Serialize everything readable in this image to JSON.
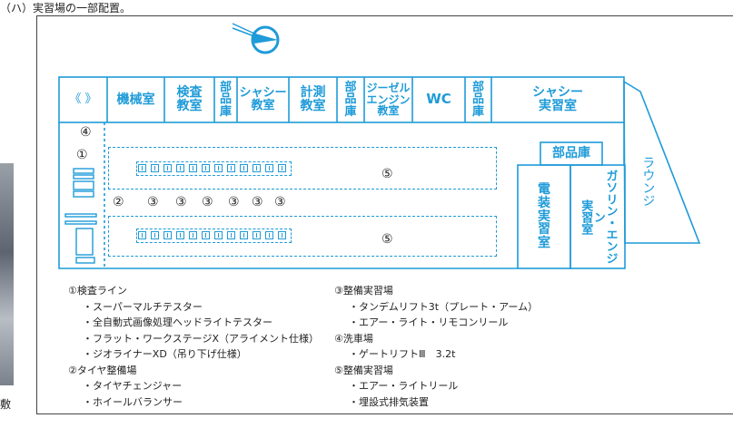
{
  "caption_cut": "（ハ）実習場の一部配置。",
  "left_cut_char": "敷",
  "colors": {
    "accent": "#1f9bd8",
    "text": "#222222",
    "frame": "#444444"
  },
  "icons": [
    "compass-icon"
  ],
  "rooms": {
    "stairs": "《 》",
    "kikai": "機械室",
    "kensa": "検査\n教室",
    "buhin1": "部\n品\n庫",
    "chassis_kyoshitsu": "シャシー\n教室",
    "keisoku": "計測\n教室",
    "buhin2": "部\n品\n庫",
    "diesel": "ジーゼル\nエンジン\n教室",
    "wc": "WC",
    "buhin3": "部\n品\n庫",
    "chassis_jisshu": "シャシー\n実習室",
    "buhin_side": "部品庫",
    "denso": "電\n装\n実\n習\n室",
    "gasoline": "ガソリン・エンジン\n実習室",
    "lounge": "ラウンジ"
  },
  "area_labels": {
    "a4": "④",
    "a1": "①",
    "a2": "②",
    "a3": [
      "③",
      "③",
      "③",
      "③",
      "③",
      "③"
    ],
    "a5_top": "⑤",
    "a5_bottom": "⑤"
  },
  "legend_left": [
    {
      "text": "①検査ライン",
      "sub": false
    },
    {
      "text": "・スーパーマルチテスター",
      "sub": true
    },
    {
      "text": "・全自動式画像処理ヘッドライトテスター",
      "sub": true
    },
    {
      "text": "・フラット・ワークステージX（アライメント仕様）",
      "sub": true
    },
    {
      "text": "・ジオライナーXD（吊り下げ仕様）",
      "sub": true
    },
    {
      "text": "②タイヤ整備場",
      "sub": false
    },
    {
      "text": "・タイヤチェンジャー",
      "sub": true
    },
    {
      "text": "・ホイールバランサー",
      "sub": true
    }
  ],
  "legend_right": [
    {
      "text": "③整備実習場",
      "sub": false
    },
    {
      "text": "・タンデムリフト3t（プレート・アーム）",
      "sub": true
    },
    {
      "text": "・エアー・ライト・リモコンリール",
      "sub": true
    },
    {
      "text": "④洗車場",
      "sub": false
    },
    {
      "text": "・ゲートリフトⅢ　3.2t",
      "sub": true
    },
    {
      "text": "⑤整備実習場",
      "sub": false
    },
    {
      "text": "・エアー・ライトリール",
      "sub": true
    },
    {
      "text": "・埋設式排気装置",
      "sub": true
    }
  ]
}
